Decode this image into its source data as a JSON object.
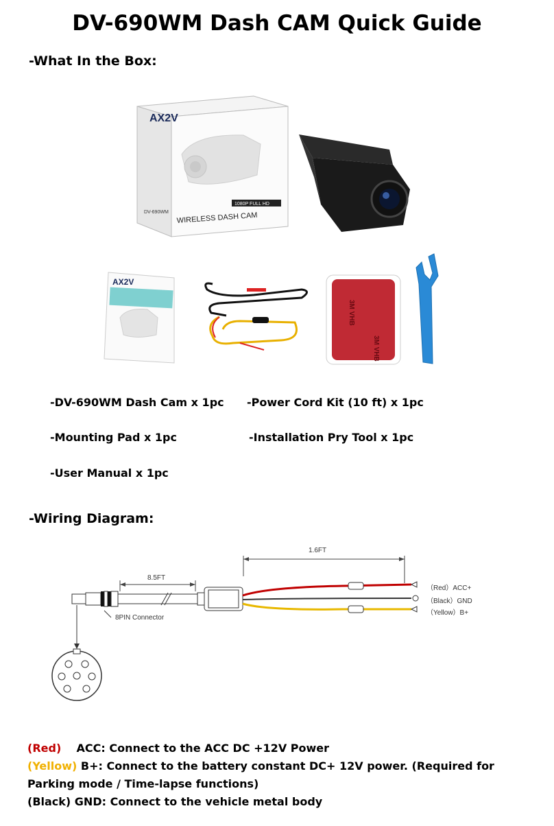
{
  "title": "DV-690WM Dash CAM Quick Guide",
  "box_section": {
    "heading": "-What In the Box:",
    "box_brand": "AX2V",
    "box_model": "DV-690WM",
    "box_label_small": "1080P FULL HD",
    "box_label_big": "WIRELESS DASH CAM",
    "manual_brand": "AX2V",
    "pad_text": "3M VHB",
    "items": [
      "-DV-690WM Dash Cam x 1pc",
      "-Power Cord Kit (10 ft) x 1pc",
      "-Mounting Pad x 1pc",
      "-Installation Pry Tool x 1pc",
      "-User Manual x 1pc"
    ]
  },
  "wiring_section": {
    "heading": "-Wiring Diagram:",
    "length_long": "1.6FT",
    "length_short": "8.5FT",
    "connector_label": "8PIN Connector",
    "wire_red": "（Red）ACC+",
    "wire_black": "（Black）GND",
    "wire_yellow": "（Yellow）B+"
  },
  "legend": {
    "red_tag": "(Red)",
    "red_text": "ACC: Connect to the ACC DC +12V Power",
    "yellow_tag": "(Yellow)",
    "yellow_text": "B+: Connect to the battery constant DC+ 12V power. (Required for Parking mode / Time-lapse functions)",
    "black_text": "(Black) GND: Connect to the vehicle metal body"
  },
  "colors": {
    "red": "#c00000",
    "yellow": "#f0b000",
    "black": "#000000"
  }
}
